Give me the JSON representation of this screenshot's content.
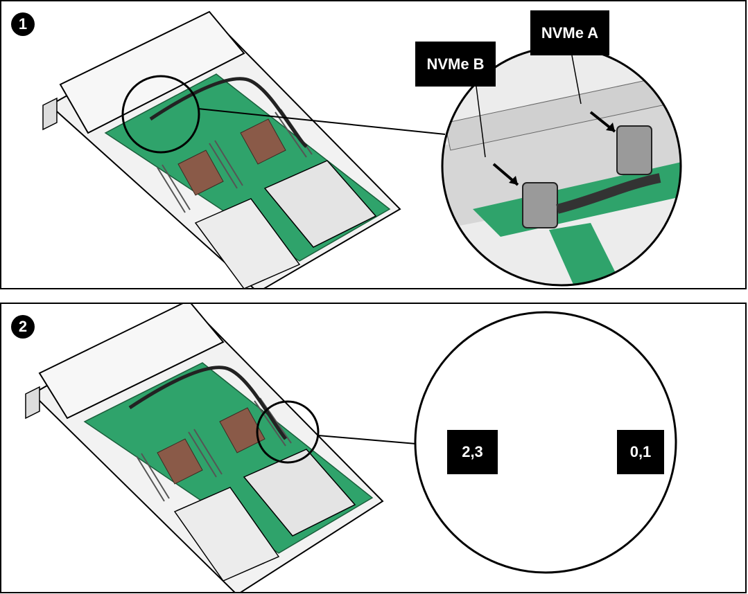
{
  "steps": [
    {
      "number": "1",
      "callouts": {
        "nvme_a": "NVMe A",
        "nvme_b": "NVMe B"
      }
    },
    {
      "number": "2",
      "callouts": {
        "port_23": "2,3",
        "port_01": "0,1"
      }
    }
  ],
  "colors": {
    "board": "#2fa36b",
    "board_dark": "#1f7a4d",
    "heatsink": "#8a5a48",
    "chassis": "#e8e8e8",
    "outline": "#000000"
  }
}
